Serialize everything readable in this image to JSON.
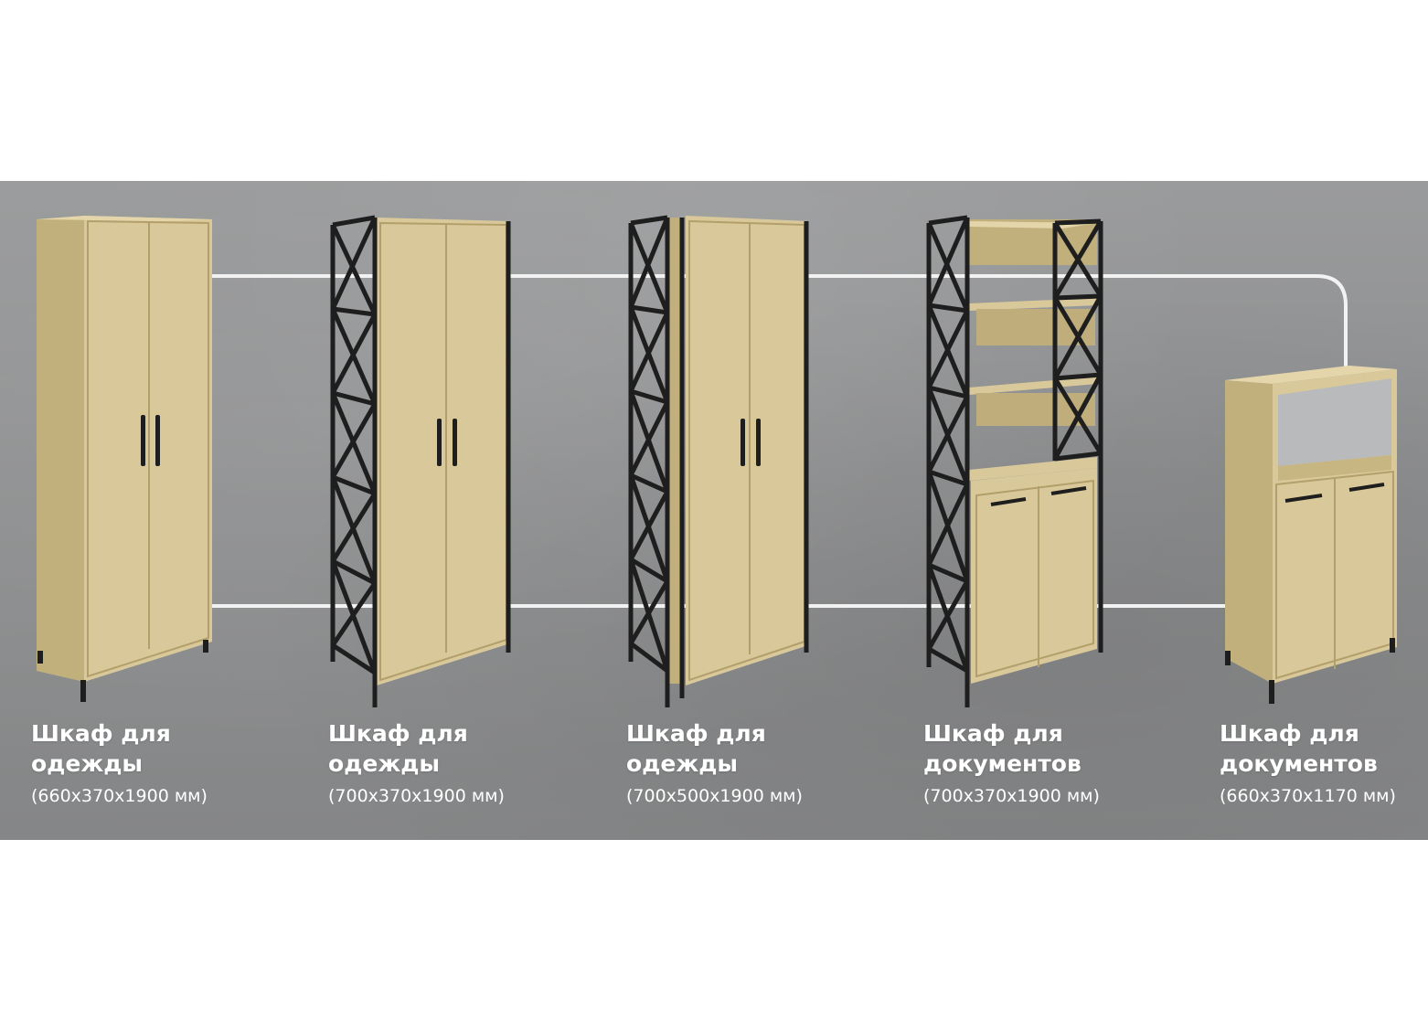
{
  "colors": {
    "wood": "#d9c99a",
    "wood_dark": "#c2b07c",
    "wood_shadow": "#b39f6b",
    "metal": "#1e1e1e",
    "guide_line": "#f2f2f2",
    "background": "#8f9091"
  },
  "products": [
    {
      "name": "Шкаф для\nодежды",
      "dims": "(660х370х1900 мм)",
      "type": "wardrobe-plain"
    },
    {
      "name": "Шкаф для\nодежды",
      "dims": "(700х370х1900 мм)",
      "type": "wardrobe-frame-left"
    },
    {
      "name": "Шкаф для\nодежды",
      "dims": "(700х500х1900 мм)",
      "type": "wardrobe-frame-deep"
    },
    {
      "name": "Шкаф для\nдокументов",
      "dims": "(700х370х1900 мм)",
      "type": "bookcase-frame"
    },
    {
      "name": "Шкаф для\nдокументов",
      "dims": "(660х370х1170 мм)",
      "type": "cabinet-low"
    }
  ]
}
